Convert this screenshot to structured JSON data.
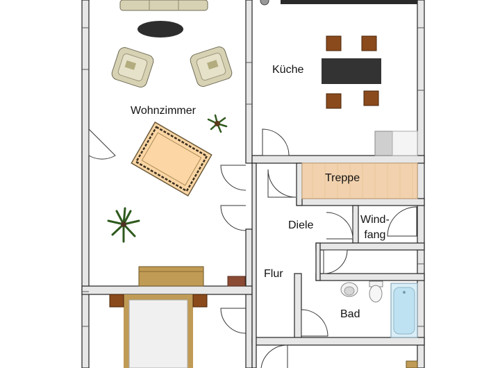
{
  "rooms": {
    "wohnzimmer": "Wohnzimmer",
    "kueche": "Küche",
    "treppe": "Treppe",
    "diele": "Diele",
    "windfang_line1": "Wind-",
    "windfang_line2": "fang",
    "flur": "Flur",
    "bad": "Bad"
  },
  "colors": {
    "wall": "#cfcfcf",
    "stair": "#f2d2ae",
    "sofa": "#d8d2b4",
    "rug": "#fcd6a4",
    "wood": "#c09b55",
    "chair": "#8a4a1c",
    "table": "#333333",
    "tub": "#bfe2f2",
    "plant": "#2f5a1e"
  }
}
